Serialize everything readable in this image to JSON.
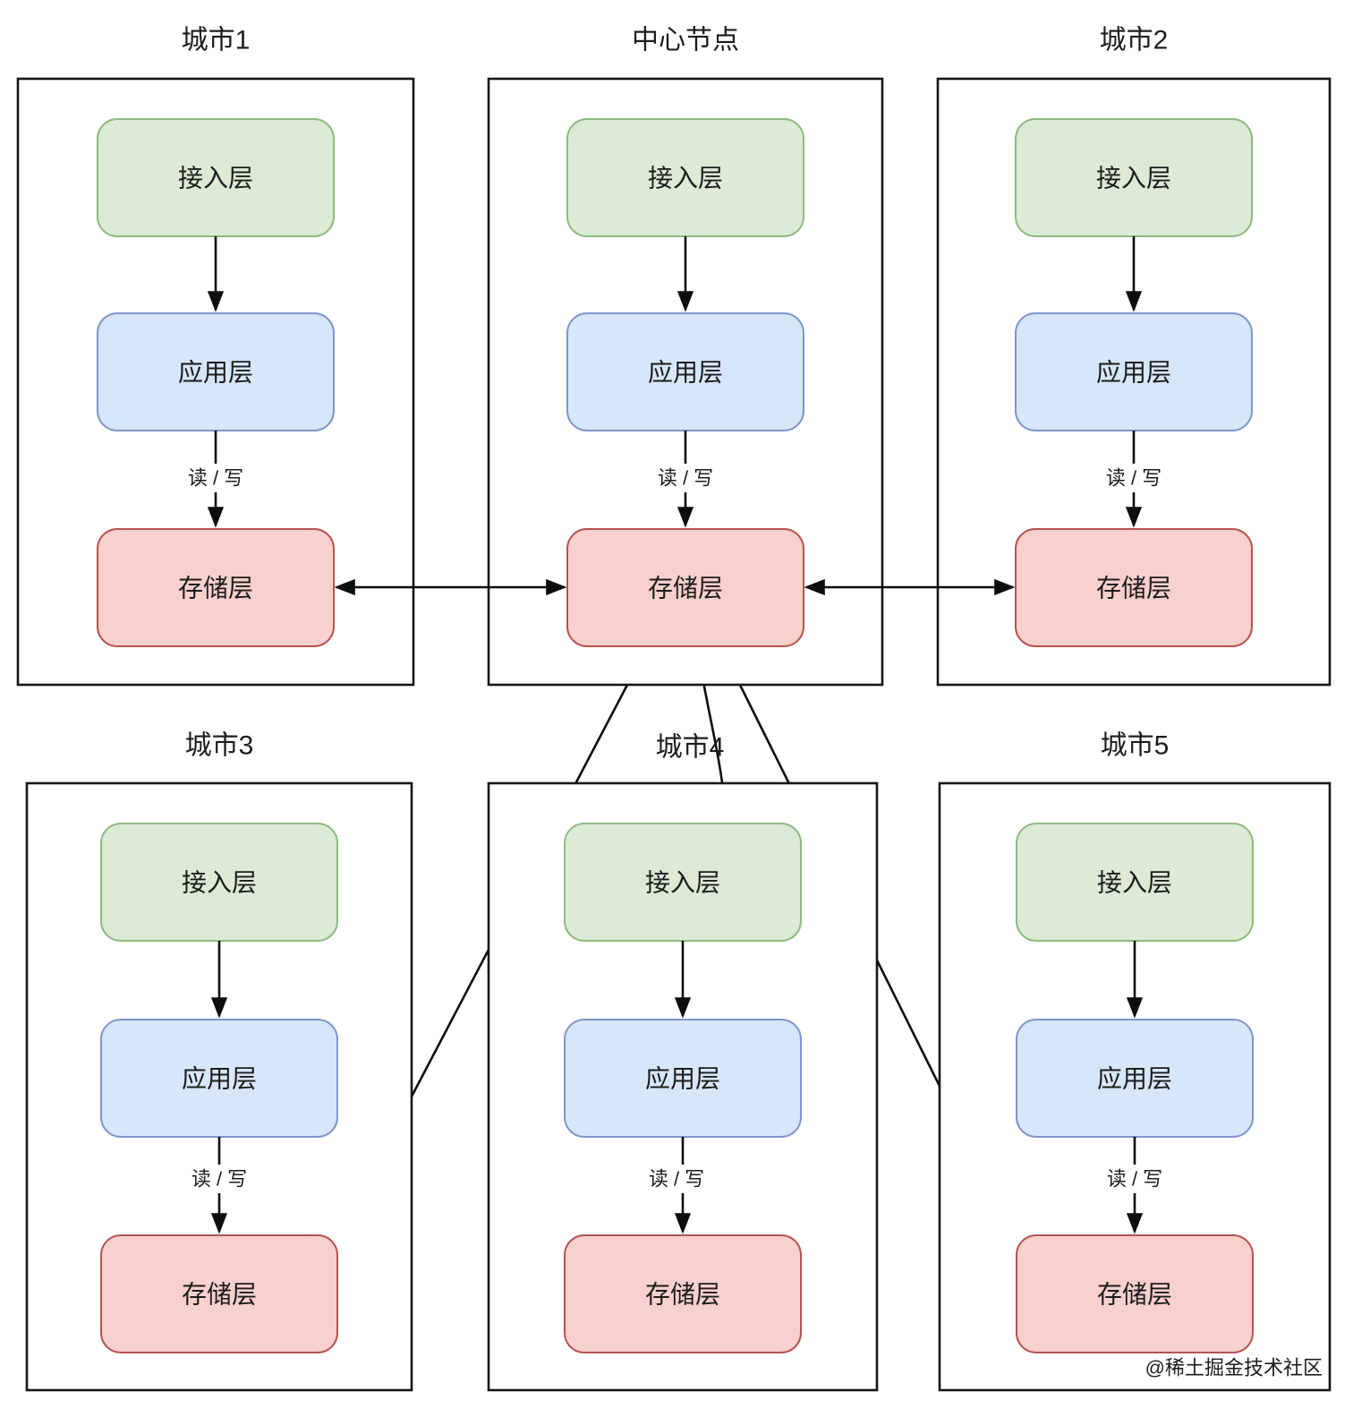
{
  "diagram": {
    "panels": [
      {
        "title": "城市1"
      },
      {
        "title": "中心节点"
      },
      {
        "title": "城市2"
      },
      {
        "title": "城市3"
      },
      {
        "title": "城市4"
      },
      {
        "title": "城市5"
      }
    ],
    "layers": {
      "access": "接入层",
      "app": "应用层",
      "storage": "存储层"
    },
    "edge_label": "读 / 写",
    "watermark": "@稀土掘金技术社区",
    "colors": {
      "access_fill": "#dcead6",
      "access_stroke": "#8cbb7d",
      "app_fill": "#d8e6fa",
      "app_stroke": "#7e96c8",
      "storage_fill": "#f8d0cd",
      "storage_stroke": "#b5534f",
      "line": "#0d0d0d",
      "panel_border": "#161616",
      "text": "#1c1c1c",
      "watermark": "#bfbfbf"
    }
  }
}
